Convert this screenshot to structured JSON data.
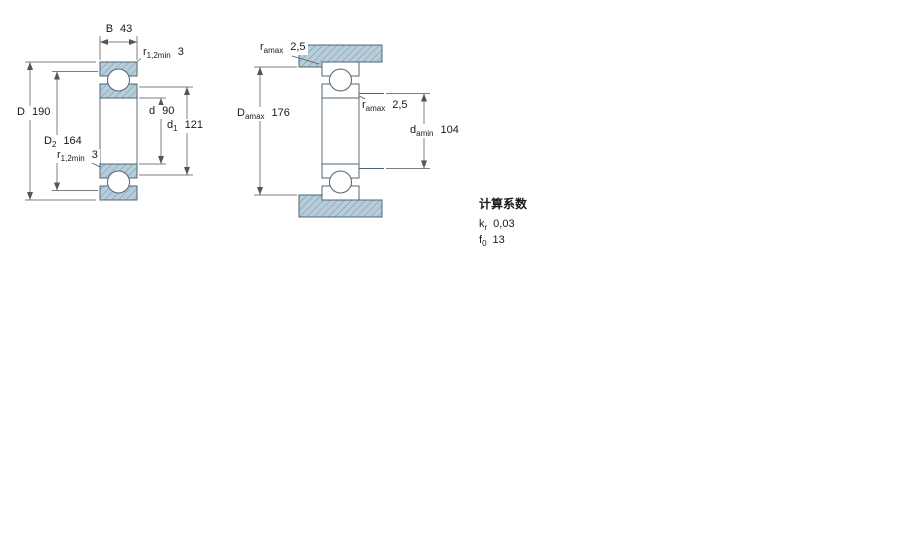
{
  "left_view": {
    "name": "bearing-cross-section",
    "dims": {
      "B": {
        "sym": "B",
        "sub": "",
        "value": "43"
      },
      "r_top": {
        "sym": "r",
        "sub": "1,2min",
        "value": "3"
      },
      "D": {
        "sym": "D",
        "sub": "",
        "value": "190"
      },
      "D2": {
        "sym": "D",
        "sub": "2",
        "value": "164"
      },
      "d": {
        "sym": "d",
        "sub": "",
        "value": "90"
      },
      "d1": {
        "sym": "d",
        "sub": "1",
        "value": "121"
      },
      "r_bottom": {
        "sym": "r",
        "sub": "1,2min",
        "value": "3"
      }
    }
  },
  "right_view": {
    "name": "bearing-abutment-dimensions",
    "dims": {
      "ra_top": {
        "sym": "r",
        "sub": "amax",
        "value": "2,5"
      },
      "Da": {
        "sym": "D",
        "sub": "amax",
        "value": "176"
      },
      "ra_mid": {
        "sym": "r",
        "sub": "amax",
        "value": "2,5"
      },
      "da": {
        "sym": "d",
        "sub": "amin",
        "value": "104"
      }
    }
  },
  "factors": {
    "title": "计算系数",
    "items": [
      {
        "sym": "k",
        "sub": "r",
        "value": "0,03"
      },
      {
        "sym": "f",
        "sub": "0",
        "value": "13"
      }
    ]
  },
  "colors": {
    "section_fill": "#b8cdda",
    "hatch_line": "#6f96ad",
    "outline": "#4f6473",
    "dim_line": "#555555",
    "text": "#1a1a1a"
  }
}
